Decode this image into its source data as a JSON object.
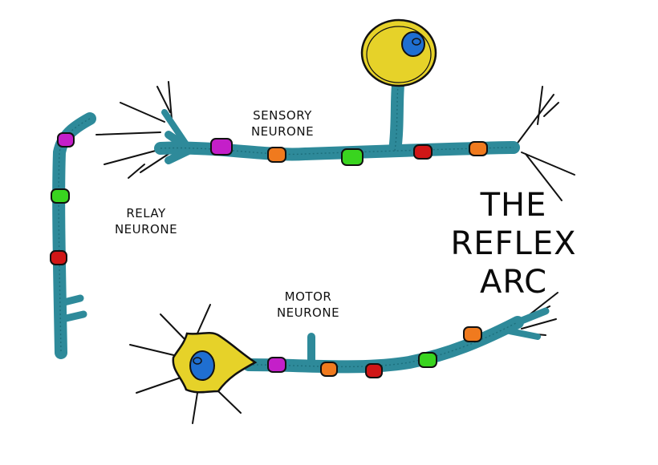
{
  "labels": {
    "sensory": [
      "SENSORY",
      "NEURONE"
    ],
    "relay": [
      "RELAY",
      "NEURONE"
    ],
    "motor": [
      "MOTOR",
      "NEURONE"
    ],
    "title": [
      "THE REFLEX",
      "ARC"
    ]
  },
  "colors": {
    "axon": "#2e8a9a",
    "cell_body": "#e6d229",
    "nucleus": "#1f6fd1",
    "outline": "#111111",
    "node_magenta": "#c41fc9",
    "node_orange": "#f07a1e",
    "node_green": "#39d41f",
    "node_red": "#d01616"
  }
}
